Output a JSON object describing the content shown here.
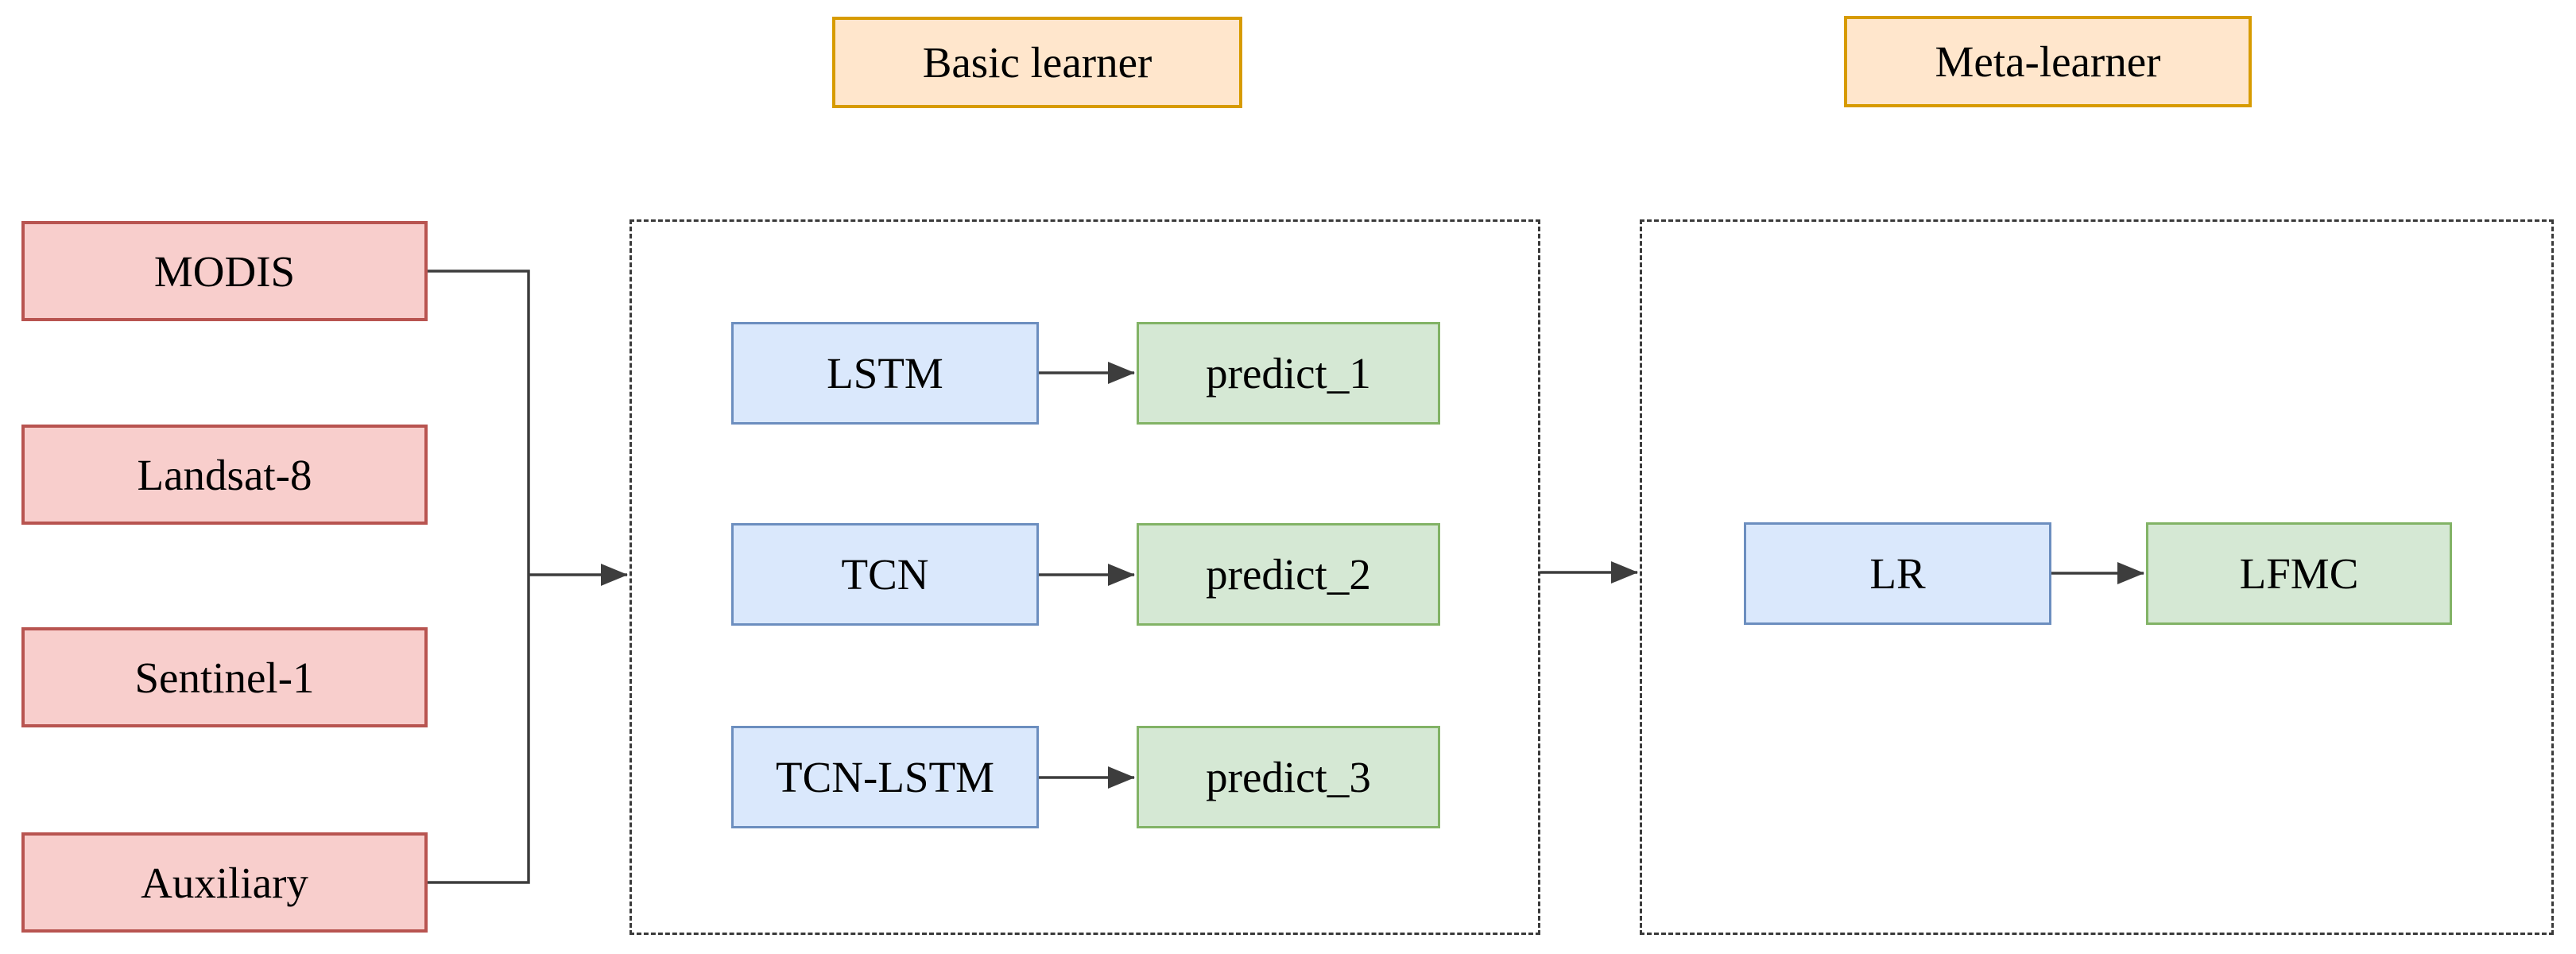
{
  "sections": {
    "basic": {
      "label": "Basic learner"
    },
    "meta": {
      "label": "Meta-learner"
    }
  },
  "inputs": [
    {
      "label": "MODIS"
    },
    {
      "label": "Landsat-8"
    },
    {
      "label": "Sentinel-1"
    },
    {
      "label": "Auxiliary"
    }
  ],
  "basic_learner": {
    "rows": [
      {
        "model": "LSTM",
        "output": "predict_1"
      },
      {
        "model": "TCN",
        "output": "predict_2"
      },
      {
        "model": "TCN-LSTM",
        "output": "predict_3"
      }
    ]
  },
  "meta_learner": {
    "model": "LR",
    "output": "LFMC"
  },
  "colors": {
    "input_fill": "#f8cecc",
    "input_stroke": "#b85450",
    "model_fill": "#dae8fc",
    "model_stroke": "#6c8ebf",
    "output_fill": "#d5e8d4",
    "output_stroke": "#82b366",
    "section_fill": "#ffe6cc",
    "section_stroke": "#d79b00",
    "line": "#3d3d3d",
    "dashed_border": "#3a3a3a",
    "text": "#000000",
    "background": "#ffffff"
  }
}
